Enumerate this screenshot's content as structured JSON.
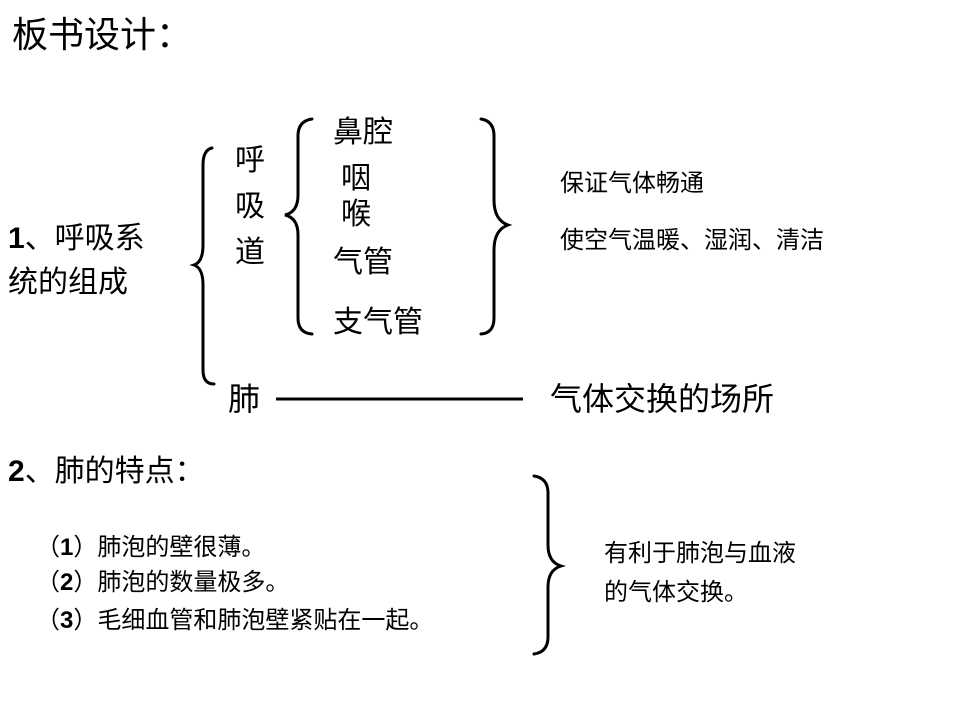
{
  "title": "板书设计：",
  "section1": {
    "number": "1",
    "label_line1": "、呼吸系",
    "label_line2": "统的组成",
    "airway_chars": [
      "呼",
      "吸",
      "道"
    ],
    "airway_organs": [
      "鼻腔",
      "咽",
      "喉",
      "气管",
      "支气管"
    ],
    "airway_functions": [
      "保证气体畅通",
      "使空气温暖、湿润、清洁"
    ],
    "lung": "肺",
    "lung_function": "气体交换的场所"
  },
  "section2": {
    "number": "2",
    "label": "、肺的特点：",
    "items": [
      {
        "num": "1",
        "text": "肺泡的壁很薄。"
      },
      {
        "num": "2",
        "text": "肺泡的数量极多。"
      },
      {
        "num": "3",
        "text": "毛细血管和肺泡壁紧贴在一起。"
      }
    ],
    "conclusion_line1": "有利于肺泡与血液",
    "conclusion_line2": "的气体交换。"
  }
}
